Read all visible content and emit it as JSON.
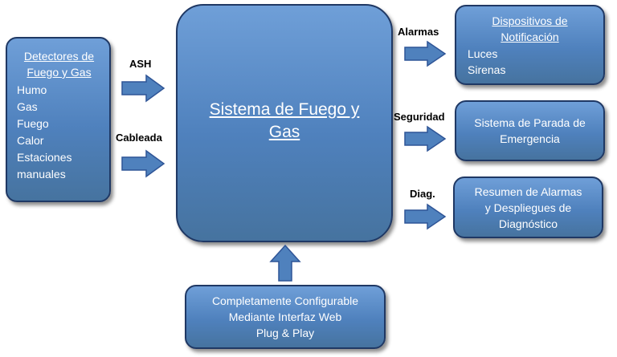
{
  "detectors": {
    "title_line1": "Detectores de",
    "title_line2": "Fuego y Gas",
    "items": [
      "Humo",
      "Gas",
      "Fuego",
      "Calor",
      "Estaciones",
      "manuales"
    ]
  },
  "inputs": {
    "ash_label": "ASH",
    "wired_label": "Cableada"
  },
  "core": {
    "title_line1": "Sistema de Fuego y",
    "title_line2": "Gas"
  },
  "outputs": {
    "alarms_label": "Alarmas",
    "security_label": "Seguridad",
    "diag_label": "Diag."
  },
  "notification": {
    "title_line1": "Dispositivos de",
    "title_line2": "Notificación",
    "items": [
      "Luces",
      "Sirenas"
    ]
  },
  "shutdown": {
    "line1": "Sistema de Parada de",
    "line2": "Emergencia"
  },
  "summary": {
    "line1": "Resumen de Alarmas",
    "line2": "y Despliegues de",
    "line3": "Diagnóstico"
  },
  "config": {
    "line1": "Completamente Configurable",
    "line2": "Mediante Interfaz Web",
    "line3": "Plug & Play"
  },
  "colors": {
    "box_fill": "#4f81bd",
    "box_border": "#1f3864",
    "text_on_box": "#ffffff",
    "label_text": "#000000"
  }
}
